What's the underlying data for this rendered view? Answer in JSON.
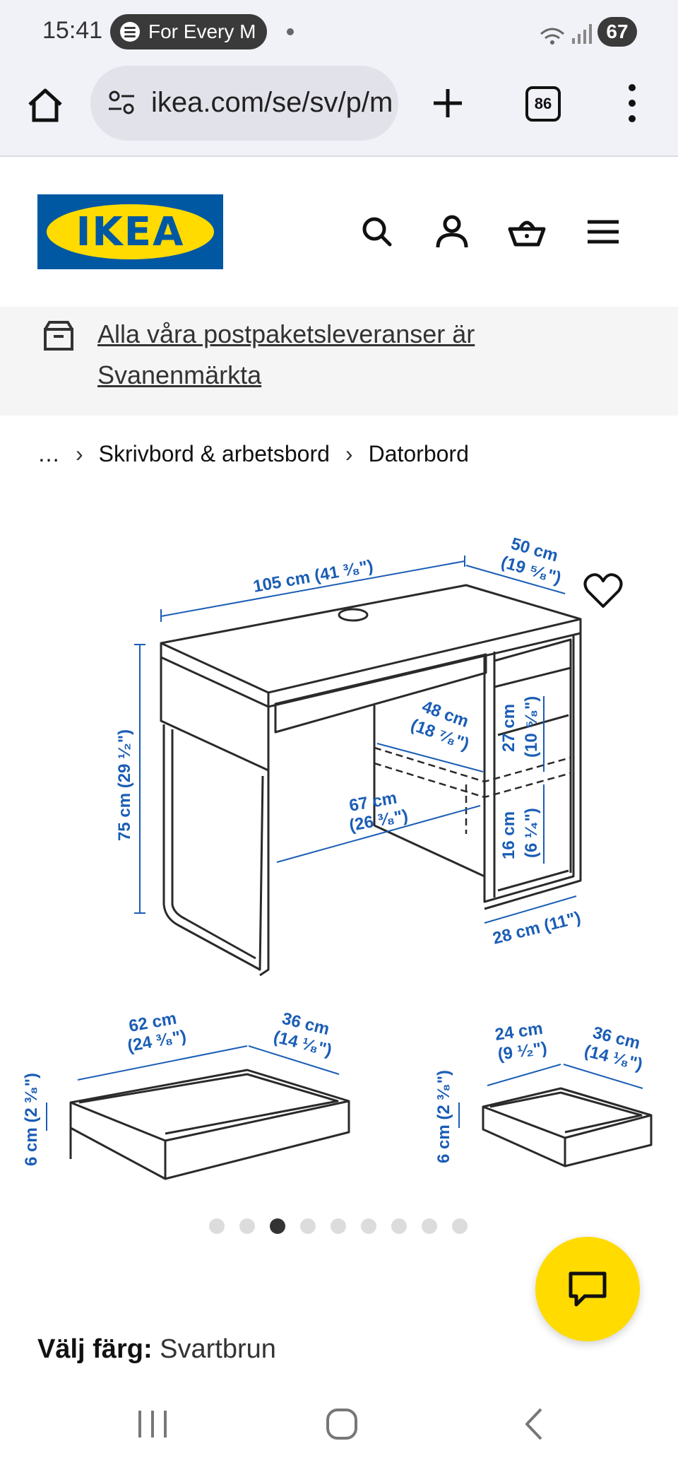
{
  "status_bar": {
    "time": "15:41",
    "now_playing": "For Every M",
    "battery": "67"
  },
  "browser": {
    "url": "ikea.com/se/sv/p/m",
    "tab_count": "86"
  },
  "brand": {
    "logo_text": "IKEA"
  },
  "banner": {
    "text": "Alla våra postpaketsleveranser är Svanenmärkta"
  },
  "breadcrumb": [
    {
      "label": "…"
    },
    {
      "label": "Skrivbord & arbetsbord"
    },
    {
      "label": "Datorbord"
    }
  ],
  "dimensions": {
    "width": "105 cm (41 ³⁄₈\")",
    "depth_a": "50 cm",
    "depth_b": "(19 ⁵⁄₈\")",
    "height": "75 cm (29 ¹⁄₂\")",
    "inner_depth_a": "48 cm",
    "inner_depth_b": "(18 ⁷⁄₈\")",
    "knee_a": "67 cm",
    "knee_b": "(26 ³⁄₈\")",
    "shelf1_a": "27 cm",
    "shelf1_b": "(10 ⁵⁄₈\")",
    "shelf2_a": "16 cm",
    "shelf2_b": "(6 ¹⁄₄\")",
    "cabinet_width": "28 cm (11\")",
    "drawer1_w_a": "62 cm",
    "drawer1_w_b": "(24 ³⁄₈\")",
    "drawer1_d_a": "36 cm",
    "drawer1_d_b": "(14 ¹⁄₈\")",
    "drawer1_h": "6 cm (2 ³⁄₈\")",
    "drawer2_w_a": "24 cm",
    "drawer2_w_b": "(9 ¹⁄₂\")",
    "drawer2_d_a": "36 cm",
    "drawer2_d_b": "(14 ¹⁄₈\")",
    "drawer2_h": "6 cm (2 ³⁄₈\")"
  },
  "carousel": {
    "count": 9,
    "active_index": 2
  },
  "color_choice": {
    "label": "Välj färg:",
    "value": "Svartbrun"
  },
  "colors": {
    "ikea_blue": "#0058a3",
    "ikea_yellow": "#ffdb00",
    "dimension_blue": "#1a5db5"
  },
  "icons": [
    "home-icon",
    "site-settings-icon",
    "new-tab-icon",
    "tabs-icon",
    "more-icon",
    "search-icon",
    "profile-icon",
    "basket-icon",
    "menu-icon",
    "delivery-box-icon",
    "heart-icon",
    "chat-icon",
    "recents-icon",
    "home-nav-icon",
    "back-icon"
  ]
}
